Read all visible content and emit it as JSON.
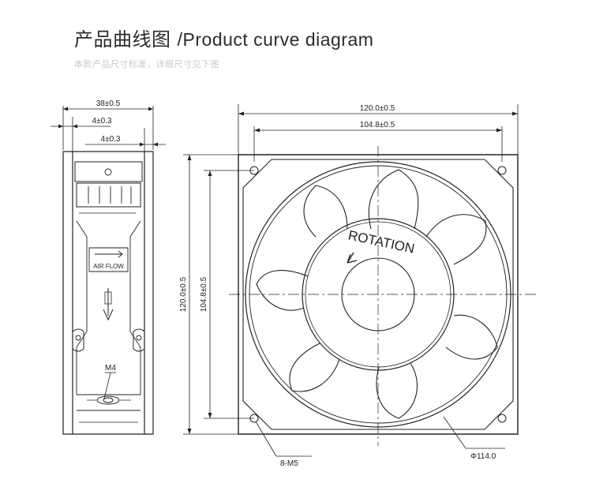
{
  "header": {
    "title_cn": "产品曲线图",
    "title_en": "/Product curve diagram",
    "subtitle": "本款产品尺寸标准，详细尺寸见下图"
  },
  "side_view": {
    "dim_depth": "38±0.5",
    "dim_flange_1": "4±0.3",
    "dim_flange_2": "4±0.3",
    "airflow_label": "AIR FLOW",
    "screw_label": "M4"
  },
  "front_view": {
    "dim_outer_width": "120.0±0.5",
    "dim_hole_width": "104.8±0.5",
    "dim_outer_height": "120.0±0.5",
    "dim_hole_height": "104.8±0.5",
    "rotation_label": "ROTATION",
    "holes_label": "8-M5",
    "diameter_label": "Φ114.0"
  }
}
